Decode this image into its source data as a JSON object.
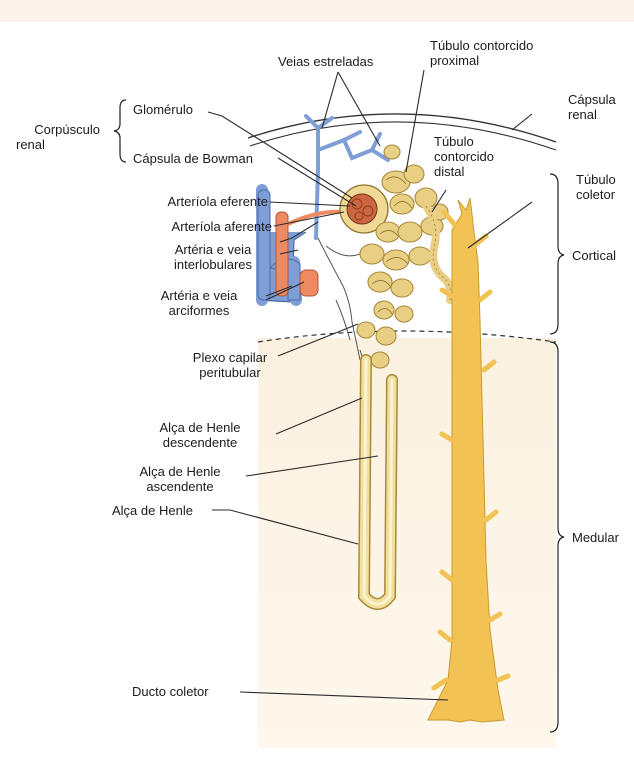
{
  "labels": {
    "corpusculo": [
      "Corpúsculo",
      "renal"
    ],
    "glomerulo": "Glomérulo",
    "capsula_bowman": "Cápsula de Bowman",
    "veias_estreladas": "Veias estreladas",
    "tubulo_proximal": [
      "Túbulo contorcido",
      "proximal"
    ],
    "capsula_renal": [
      "Cápsula",
      "renal"
    ],
    "tubulo_distal": [
      "Túbulo",
      "contorcido",
      "distal"
    ],
    "tubulo_coletor": [
      "Túbulo",
      "coletor"
    ],
    "arteriola_eferente": "Arteríola eferente",
    "arteriola_aferente": "Arteríola aferente",
    "arteria_interlobulares": [
      "Artéria e veia",
      "interlobulares"
    ],
    "arteria_arciformes": [
      "Artéria e veia",
      "arciformes"
    ],
    "cortical": "Cortical",
    "plexo": [
      "Plexo capilar",
      "peritubular"
    ],
    "alca_descendente": [
      "Alça de Henle",
      "descendente"
    ],
    "alca_ascendente": [
      "Alça de Henle",
      "ascendente"
    ],
    "alca_henle": "Alça de Henle",
    "medular": "Medular",
    "ducto_coletor": "Ducto coletor"
  },
  "colors": {
    "tubule": "#e8cf84",
    "tubule_edge": "#a88a3c",
    "collecting_duct": "#f2c255",
    "medulla_bg": "#fbf0dc",
    "vein": "#7f9ed6",
    "artery": "#ee8a62",
    "leader": "#2a2a2a"
  }
}
